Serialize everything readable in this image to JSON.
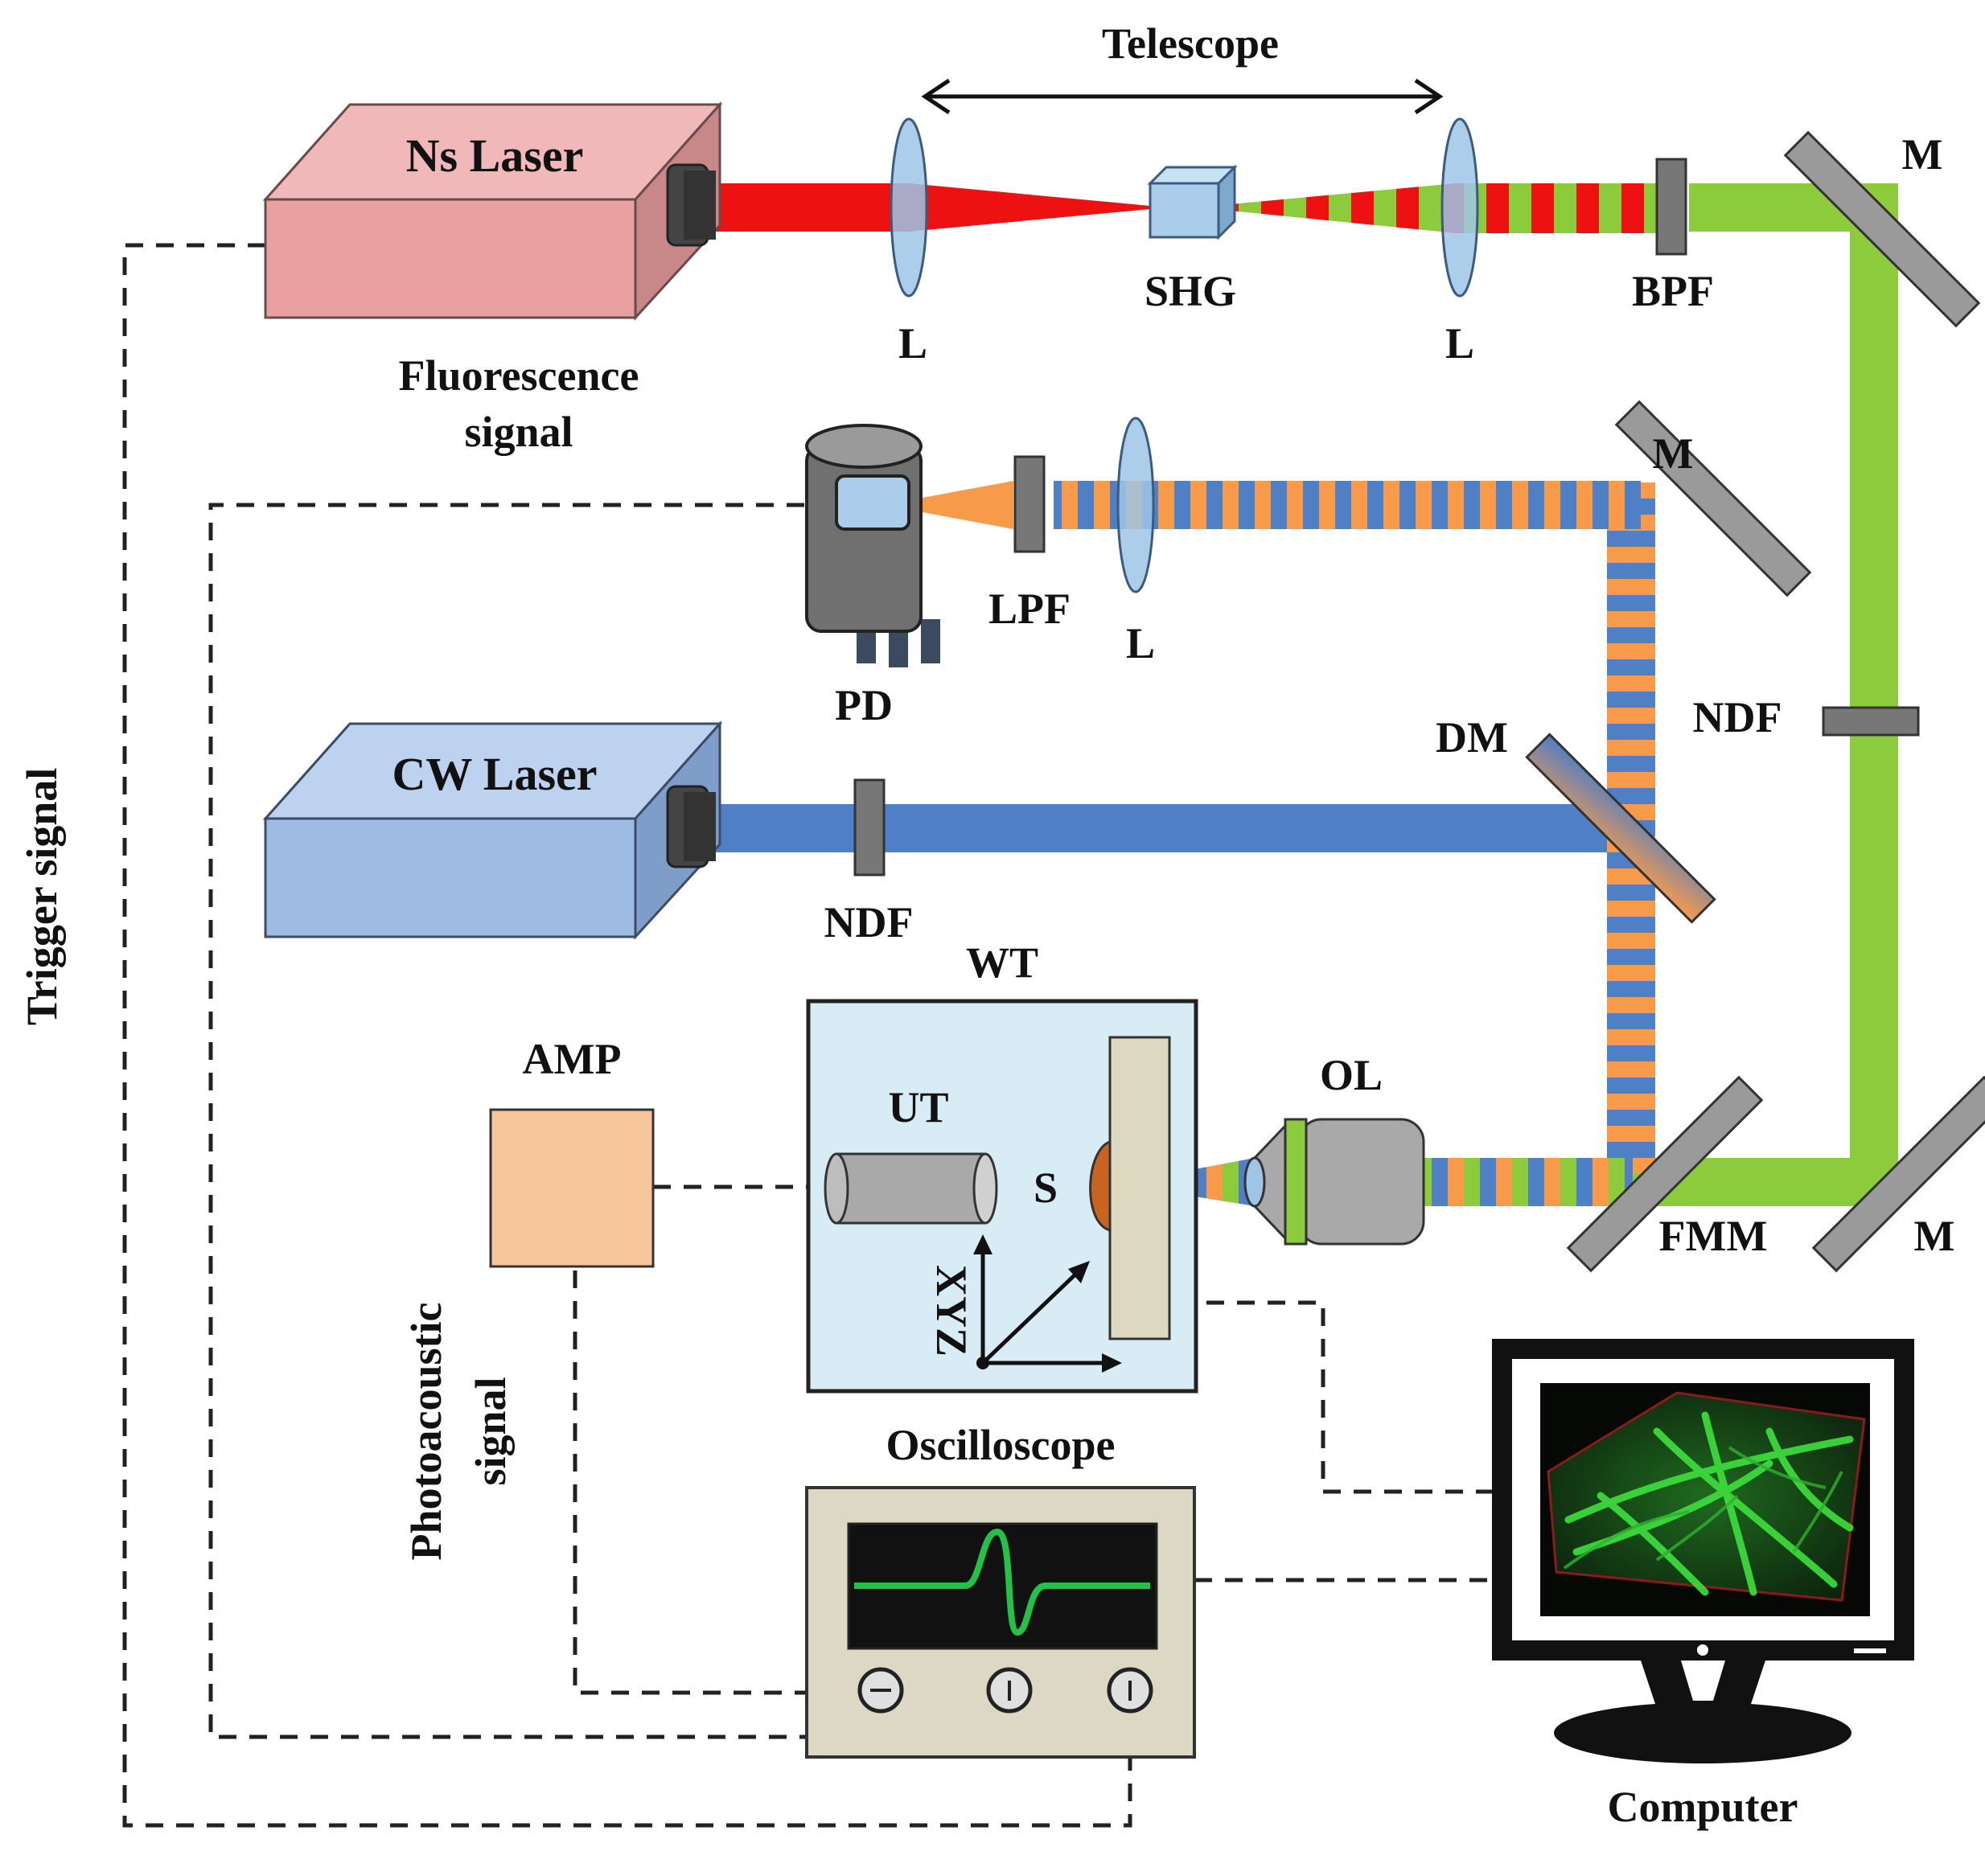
{
  "diagram": {
    "labels": {
      "telescope": "Telescope",
      "ns_laser": "Ns Laser",
      "lens_1": "L",
      "shg": "SHG",
      "lens_2": "L",
      "bpf": "BPF",
      "mirror_top": "M",
      "fluorescence_line1": "Fluorescence",
      "fluorescence_line2": "signal",
      "mirror_mid": "M",
      "lpf": "LPF",
      "lens_3": "L",
      "pd": "PD",
      "ndf_right": "NDF",
      "dm": "DM",
      "cw_laser": "CW Laser",
      "ndf_cw": "NDF",
      "wt": "WT",
      "amp": "AMP",
      "ut": "UT",
      "s": "S",
      "ol": "OL",
      "fmm": "FMM",
      "mirror_bottom": "M",
      "xyz": "XYZ",
      "trigger": "Trigger signal",
      "photoacoustic_line1": "Photoacoustic",
      "photoacoustic_line2": "signal",
      "oscilloscope": "Oscilloscope",
      "computer": "Computer"
    },
    "colors": {
      "ns_laser_body": "#e8a0a0",
      "cw_laser_body": "#9ebbe2",
      "red_beam": "#ee1111",
      "green_beam": "#8ccc3c",
      "blue_beam": "#4f7fc4",
      "orange_beam": "#f79b4a",
      "mirror": "#9a9a9a",
      "water_tank": "#d8ecf5",
      "amp_box": "#f7c59a",
      "oscilloscope_body": "#ddd8c4",
      "signal_trace": "#22c24a"
    }
  }
}
